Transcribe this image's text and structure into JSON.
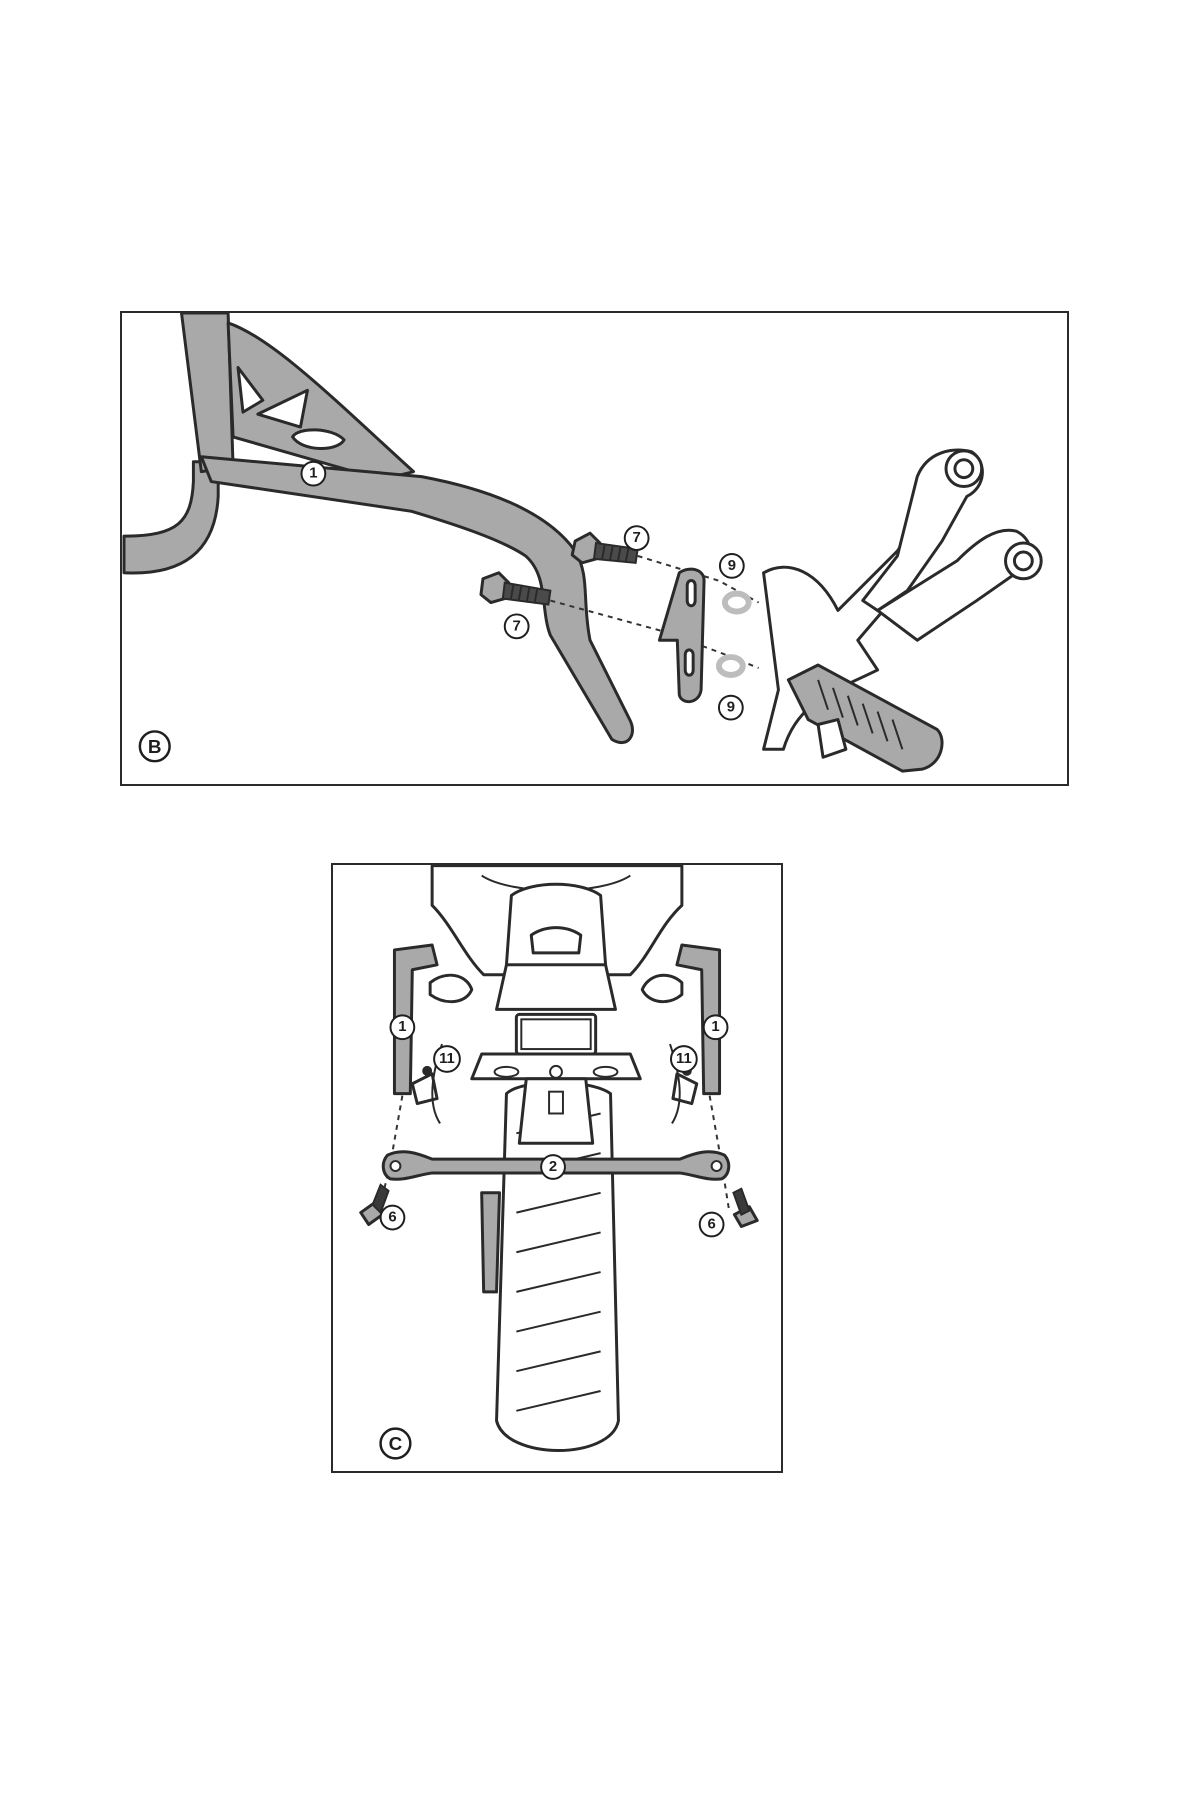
{
  "panels": [
    {
      "id": "B",
      "label": "B",
      "callouts": [
        "1",
        "7",
        "7",
        "9",
        "9"
      ]
    },
    {
      "id": "C",
      "label": "C",
      "callouts": [
        "1",
        "1",
        "11",
        "11",
        "2",
        "6",
        "6"
      ]
    }
  ],
  "colors": {
    "part_fill": "#a9a9a9",
    "outline": "#2a2a2a",
    "background": "#ffffff"
  }
}
